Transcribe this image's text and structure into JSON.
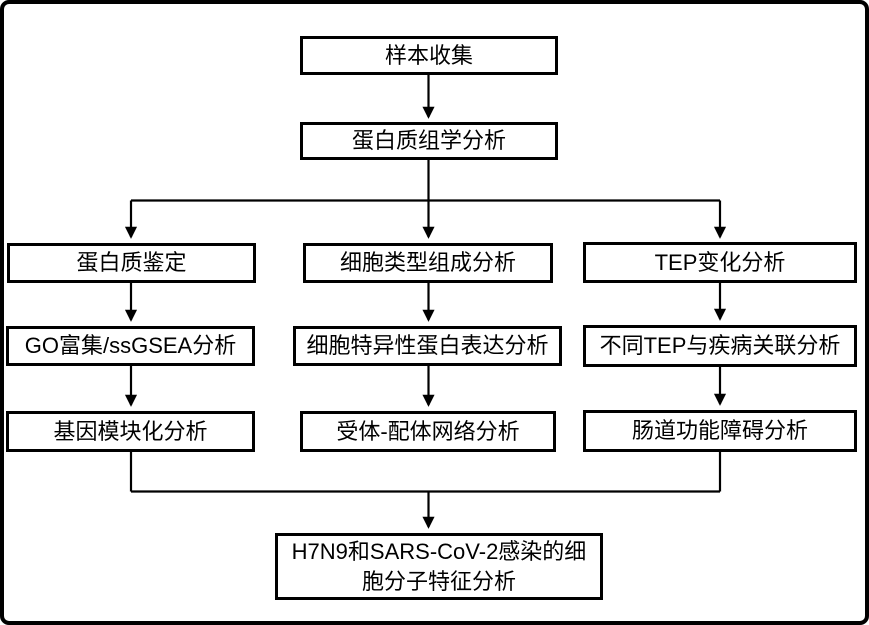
{
  "diagram": {
    "title": "Proteomics analysis workflow flowchart",
    "type": "flowchart",
    "colors": {
      "background": "#ffffff",
      "line": "#000000",
      "box_border": "#000000",
      "text": "#000000"
    },
    "nodes": {
      "sample_collection": {
        "label": "样本收集"
      },
      "proteomics_analysis": {
        "label": "蛋白质组学分析"
      },
      "protein_identification": {
        "label": "蛋白质鉴定"
      },
      "go_ssgsea": {
        "label": "GO富集/ssGSEA分析"
      },
      "gene_module": {
        "label": "基因模块化分析"
      },
      "cell_type_composition": {
        "label": "细胞类型组成分析"
      },
      "cell_specific_expression": {
        "label": "细胞特异性蛋白表达分析"
      },
      "receptor_ligand_network": {
        "label": "受体-配体网络分析"
      },
      "tep_change": {
        "label": "TEP变化分析"
      },
      "tep_disease_association": {
        "label": "不同TEP与疾病关联分析"
      },
      "intestinal_dysfunction": {
        "label": "肠道功能障碍分析"
      },
      "final_analysis": {
        "label": "H7N9和SARS-CoV-2感染的细胞分子特征分析"
      }
    },
    "edges": [
      {
        "from": "sample_collection",
        "to": "proteomics_analysis"
      },
      {
        "from": "proteomics_analysis",
        "to": "protein_identification"
      },
      {
        "from": "proteomics_analysis",
        "to": "cell_type_composition"
      },
      {
        "from": "proteomics_analysis",
        "to": "tep_change"
      },
      {
        "from": "protein_identification",
        "to": "go_ssgsea"
      },
      {
        "from": "go_ssgsea",
        "to": "gene_module"
      },
      {
        "from": "cell_type_composition",
        "to": "cell_specific_expression"
      },
      {
        "from": "cell_specific_expression",
        "to": "receptor_ligand_network"
      },
      {
        "from": "tep_change",
        "to": "tep_disease_association"
      },
      {
        "from": "tep_disease_association",
        "to": "intestinal_dysfunction"
      },
      {
        "from": "gene_module",
        "to": "final_analysis"
      },
      {
        "from": "receptor_ligand_network",
        "to": "final_analysis"
      },
      {
        "from": "intestinal_dysfunction",
        "to": "final_analysis"
      }
    ]
  }
}
